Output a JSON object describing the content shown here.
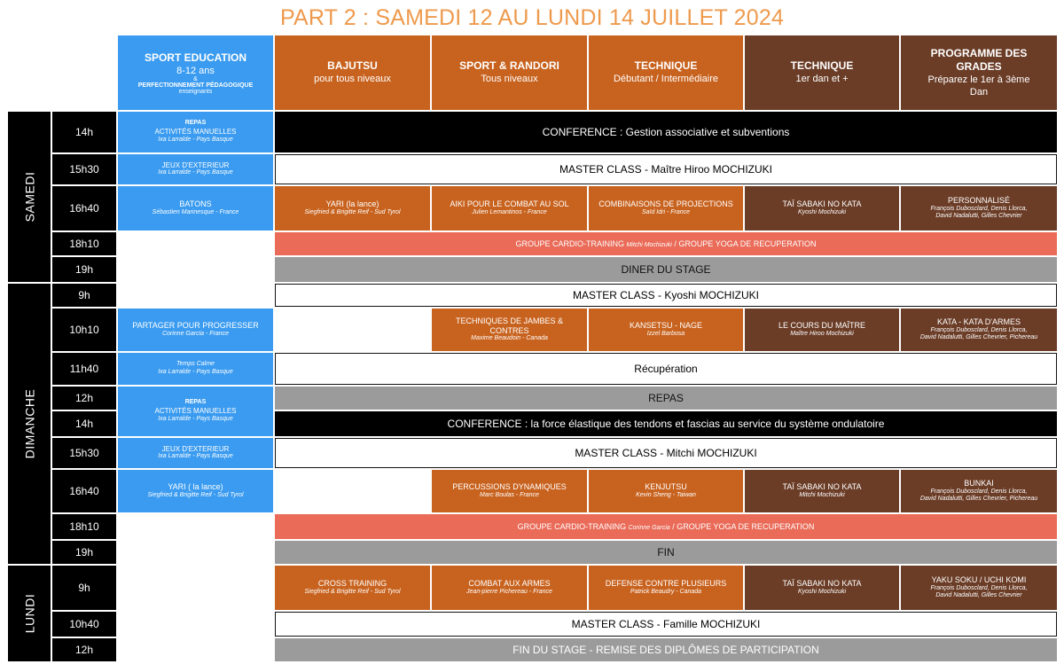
{
  "title": "PART 2 : SAMEDI 12 AU LUNDI 14 JUILLET 2024",
  "headers": {
    "sport_edu": {
      "title": "SPORT EDUCATION",
      "age": "8-12 ans",
      "amp": "&",
      "perf": "PERFECTIONNEMENT PÉDAGOGIQUE",
      "sub": "enseignants"
    },
    "bajutsu": {
      "title": "BAJUTSU",
      "sub": "pour tous niveaux"
    },
    "sport_randori": {
      "title": "SPORT & RANDORI",
      "sub": "Tous niveaux"
    },
    "technique1": {
      "title": "TECHNIQUE",
      "sub": "Débutant / Intermédiaire"
    },
    "technique2": {
      "title": "TECHNIQUE",
      "sub": "1er dan et +"
    },
    "grades": {
      "title": "PROGRAMME DES GRADES",
      "sub": "Préparez le 1er à 3ème Dan"
    }
  },
  "days": [
    "SAMEDI",
    "DIMANCHE",
    "LUNDI"
  ],
  "times": [
    "14h",
    "15h30",
    "16h40",
    "18h10",
    "19h",
    "9h",
    "10h10",
    "11h40",
    "12h",
    "14h",
    "15h30",
    "16h40",
    "18h10",
    "19h",
    "9h",
    "10h40",
    "12h"
  ],
  "edu": {
    "sam_repas": {
      "cap": "REPAS",
      "t": "ACTIVITÉS MANUELLES",
      "s": "Ixa Larralde - Pays Basque"
    },
    "sam_jeux": {
      "t": "JEUX D'EXTERIEUR",
      "s": "Ixa Larralde - Pays Basque"
    },
    "sam_batons": {
      "t": "BATONS",
      "s": "Sébastien Marinesque - France"
    },
    "dim_partager": {
      "t": "PARTAGER POUR PROGRESSER",
      "s": "Corinne Garcia - France"
    },
    "dim_calme": {
      "s1": "Temps Calme",
      "s": "Ixa Larralde - Pays Basque"
    },
    "dim_repas": {
      "cap": "REPAS",
      "t": "ACTIVITÉS MANUELLES",
      "s": "Ixa Larralde - Pays Basque"
    },
    "dim_jeux": {
      "t": "JEUX D'EXTERIEUR",
      "s": "Ixa Larralde - Pays Basque"
    },
    "dim_yari": {
      "t": "YARI ( la lance)",
      "s": "Siegfried & Brigitte Reif  - Sud Tyrol"
    }
  },
  "bands": {
    "conf1": "CONFERENCE : Gestion associative et subventions",
    "mc1": "MASTER CLASS - Maître Hiroo MOCHIZUKI",
    "cardio1": {
      "a": "GROUPE CARDIO-TRAINING",
      "b": "Mitchi Mochizuki",
      "c": "/ GROUPE YOGA DE RECUPERATION"
    },
    "diner": "DINER DU STAGE",
    "mc2": "MASTER CLASS - Kyoshi MOCHIZUKI",
    "recup": "Récupération",
    "repas": "REPAS",
    "conf2": "CONFERENCE : la force élastique des tendons et fascias au service du système ondulatoire",
    "mc3": "MASTER CLASS - Mitchi MOCHIZUKI",
    "cardio2": {
      "a": "GROUPE CARDIO-TRAINING",
      "b": "Corinne Garcia",
      "c": "/ GROUPE YOGA DE RECUPERATION"
    },
    "fin": "FIN",
    "mc4": "MASTER CLASS - Famille MOCHIZUKI",
    "finstage": "FIN DU STAGE - REMISE DES DIPLÔMES DE PARTICIPATION"
  },
  "sessions": {
    "s1": {
      "t": "YARI (la lance)",
      "s": "Siegfried & Brigitte Reif  - Sud Tyrol"
    },
    "s2": {
      "t": "AIKI POUR LE COMBAT AU SOL",
      "s": "Julien Lemantinos - France"
    },
    "s3": {
      "t": "COMBINAISONS DE PROJECTIONS",
      "s": "Saïd Idri - France"
    },
    "s4": {
      "t": "TAÏ SABAKI NO KATA",
      "s": "Kyoshi Mochizuki"
    },
    "s5": {
      "t": "PERSONNALISÉ",
      "s": "François Dubosclard, Denis Llorca,",
      "s2": "David Nadalutti, Gilles Chevrier"
    },
    "d1": {
      "t": "TECHNIQUES DE JAMBES &",
      "t2": "CONTRES",
      "s": "Maxime Beaudoin - Canada"
    },
    "d2": {
      "t": "KANSETSU - NAGE",
      "s": "Izzel Barbosa"
    },
    "d3": {
      "t": "LE COURS DU MAÎTRE",
      "s": "Maître Hiroo Mochizuki"
    },
    "d4": {
      "t": "KATA - KATA D'ARMES",
      "s": "François Dubosclard, Denis Llorca,",
      "s2": "David Nadalutti, Gilles Chevrier, Pichereau"
    },
    "e1": {
      "t": "PERCUSSIONS DYNAMIQUES",
      "s": "Marc Boulas - France"
    },
    "e2": {
      "t": "KENJUTSU",
      "s": "Kevin Sheng - Taiwan"
    },
    "e3": {
      "t": "TAÏ SABAKI NO KATA",
      "s": "Mitchi Mochizuki"
    },
    "e4": {
      "t": "BUNKAI",
      "s": "François Dubosclard, Denis Llorca,",
      "s2": "David Nadalutti, Gilles Chevrier, Pichereau"
    },
    "l1": {
      "t": "CROSS TRAINING",
      "s": "Siegfried & Brigitte Reif  - Sud Tyrol"
    },
    "l2": {
      "t": "COMBAT AUX ARMES",
      "s": "Jean-pierre Pichereau - France"
    },
    "l3": {
      "t": "DEFENSE CONTRE PLUSIEURS",
      "s": "Patrick Beaudry - Canada"
    },
    "l4": {
      "t": "TAÏ SABAKI NO KATA",
      "s": "Kyoshi Mochizuki"
    },
    "l5": {
      "t": "YAKU SOKU / UCHI KOMI",
      "s": "François Dubosclard, Denis Llorca,",
      "s2": "David Nadalutti, Gilles Chevrier"
    }
  }
}
